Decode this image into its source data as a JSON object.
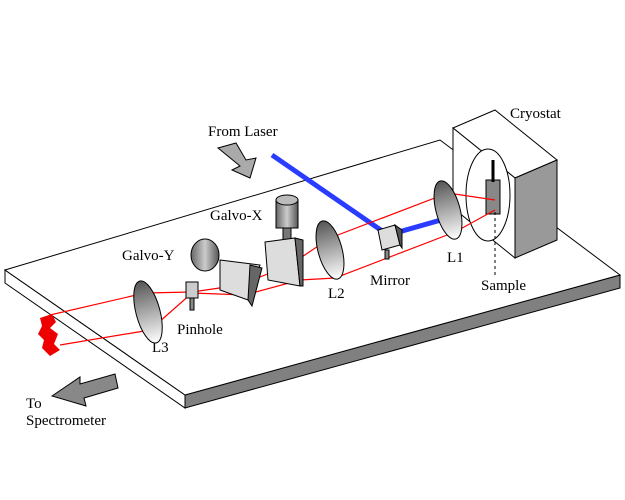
{
  "labels": {
    "cryostat": "Cryostat",
    "from_laser": "From Laser",
    "galvo_x": "Galvo-X",
    "galvo_y": "Galvo-Y",
    "mirror": "Mirror",
    "l1": "L1",
    "l2": "L2",
    "l3": "L3",
    "pinhole": "Pinhole",
    "sample": "Sample",
    "to_spectrometer_line1": "To",
    "to_spectrometer_line2": "Spectrometer"
  },
  "colors": {
    "collection_beam": "#ff0000",
    "laser_beam": "#2a3cff",
    "table_edge": "#808080"
  }
}
